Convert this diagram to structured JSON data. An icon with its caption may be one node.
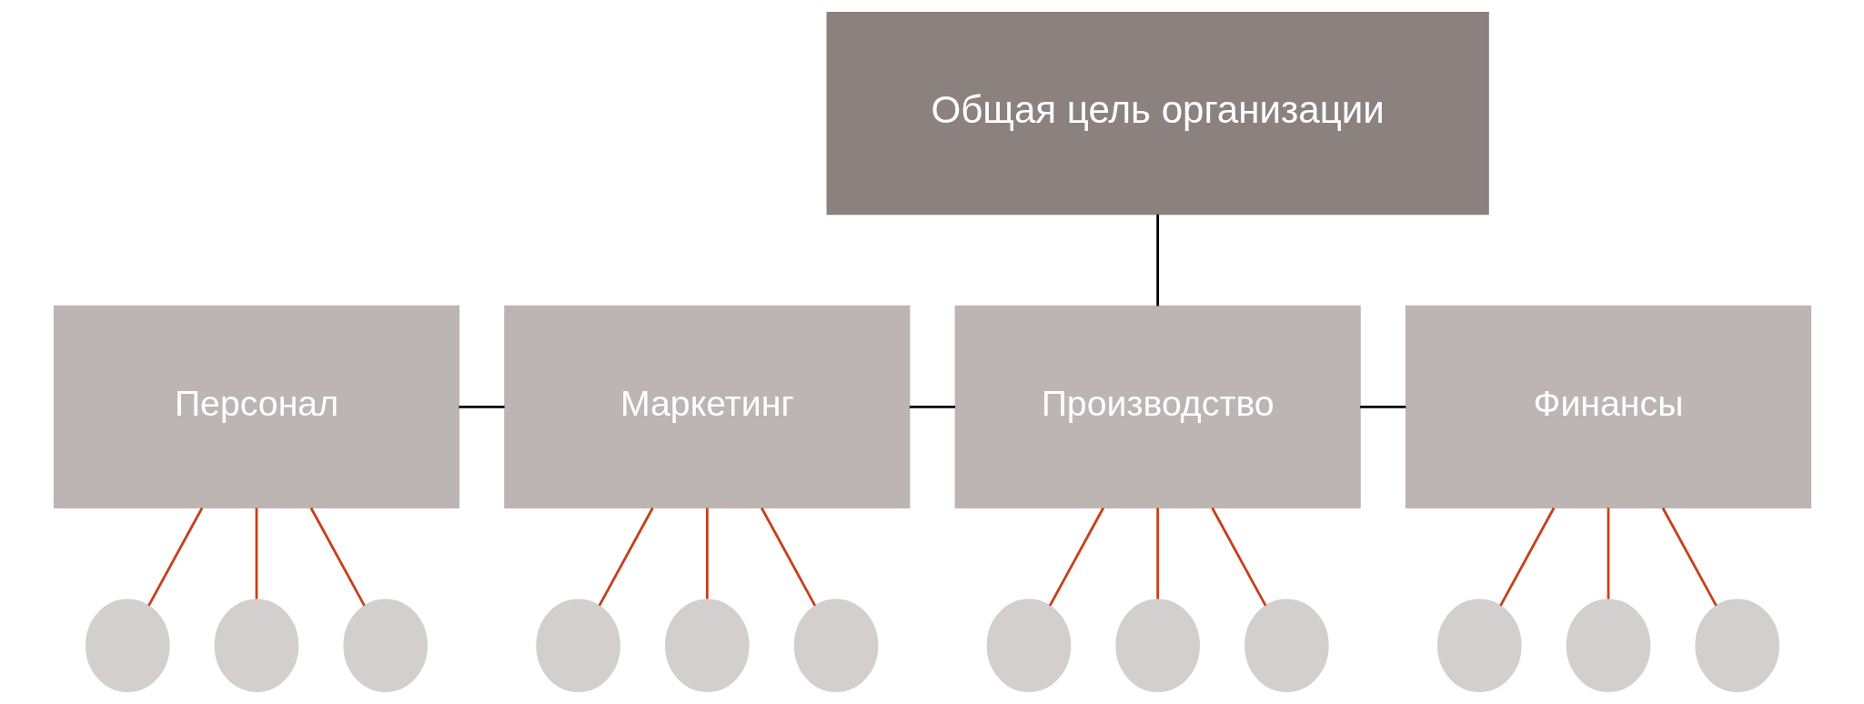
{
  "diagram": {
    "nodes": [
      {
        "text": [
          "Общая цель организации"
        ]
      },
      {
        "text": [
          "Персонал"
        ]
      },
      {
        "text": [
          "Маркетинг"
        ]
      },
      {
        "text": [
          "Производство"
        ]
      },
      {
        "text": [
          "Финансы"
        ]
      },
      {
        "text": [],
        "shape": "circle"
      },
      {
        "text": [],
        "shape": "circle"
      },
      {
        "text": [],
        "shape": "circle"
      },
      {
        "text": [],
        "shape": "circle"
      },
      {
        "text": [],
        "shape": "circle"
      },
      {
        "text": [],
        "shape": "circle"
      },
      {
        "text": [],
        "shape": "circle"
      },
      {
        "text": [],
        "shape": "circle"
      },
      {
        "text": [],
        "shape": "circle"
      },
      {
        "text": [],
        "shape": "circle"
      },
      {
        "text": [],
        "shape": "circle"
      },
      {
        "text": [],
        "shape": "circle"
      }
    ],
    "edges": [
      {
        "from": 0,
        "to": 3,
        "arrow": "none",
        "color": "#000000"
      },
      {
        "from": 1,
        "to": 2,
        "arrow": "none",
        "color": "#000000"
      },
      {
        "from": 2,
        "to": 3,
        "arrow": "none",
        "color": "#000000"
      },
      {
        "from": 3,
        "to": 4,
        "arrow": "none",
        "color": "#000000"
      },
      {
        "from": 1,
        "to": 5,
        "arrow": "none"
      },
      {
        "from": 1,
        "to": 6,
        "arrow": "none"
      },
      {
        "from": 1,
        "to": 7,
        "arrow": "none"
      },
      {
        "from": 2,
        "to": 8,
        "arrow": "none"
      },
      {
        "from": 2,
        "to": 9,
        "arrow": "none"
      },
      {
        "from": 2,
        "to": 10,
        "arrow": "none"
      },
      {
        "from": 3,
        "to": 11,
        "arrow": "none"
      },
      {
        "from": 3,
        "to": 12,
        "arrow": "none"
      },
      {
        "from": 3,
        "to": 13,
        "arrow": "none"
      },
      {
        "from": 4,
        "to": 14,
        "arrow": "none"
      },
      {
        "from": 4,
        "to": 15,
        "arrow": "none"
      },
      {
        "from": 4,
        "to": 16,
        "arrow": "none"
      }
    ]
  }
}
